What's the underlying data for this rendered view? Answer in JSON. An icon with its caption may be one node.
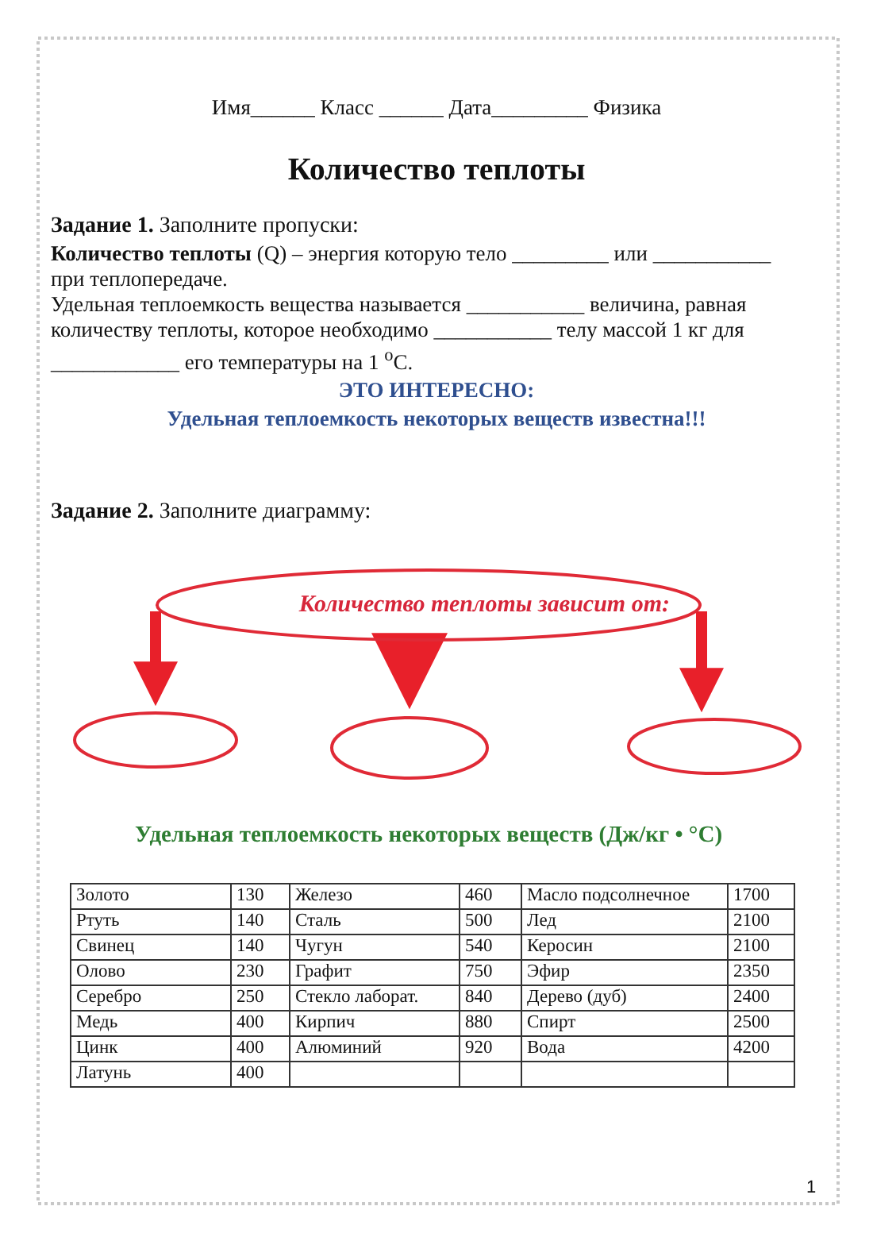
{
  "diagram": {
    "title": "Количество теплоты",
    "nodes": [
      {
        "text": [
          "Количество теплоты зависит от:"
        ]
      },
      {
        "text": [],
        "shape": "ellipse"
      },
      {
        "text": [],
        "shape": "ellipse"
      },
      {
        "text": [],
        "shape": "ellipse"
      }
    ],
    "edges": [
      {
        "from": 0,
        "to": 1,
        "arrow": "to"
      },
      {
        "from": 0,
        "to": 2,
        "arrow": "to"
      },
      {
        "from": 0,
        "to": 3,
        "arrow": "to"
      }
    ],
    "labels": [
      "Имя______ Класс ______ Дата_________ Физика",
      "**Задание 1.** Заполните пропуски:",
      "**Количество теплоты** (Q) – энергия которую тело _________ или ___________ при теплопередаче.",
      "Удельная теплоемкость вещества называется ___________ величина, равная количеству теплоты, которое необходимо ___________ телу массой 1 кг для ____________ его температуры на 1 $^{о}$С.",
      "ЭТО ИНТЕРЕСНО:",
      "Удельная теплоемкость некоторых веществ известна!!!",
      "**Задание 2.** Заполните диаграмму:",
      "Удельная теплоемкость некоторых веществ (Дж/кг • °С)",
      "Золото",
      "130",
      "Железо",
      "460",
      "Масло подсолнечное",
      "1700",
      "Ртуть",
      "140",
      "Сталь",
      "500",
      "Лед",
      "2100",
      "Свинец",
      "140",
      "Чугун",
      "540",
      "Керосин",
      "2100",
      "Олово",
      "230",
      "Графит",
      "750",
      "Эфир",
      "2350",
      "Серебро",
      "250",
      "Стекло лаборат.",
      "840",
      "Дерево (дуб)",
      "2400",
      "Медь",
      "400",
      "Кирпич",
      "880",
      "Спирт",
      "2500",
      "Цинк",
      "400",
      "Алюминий",
      "920",
      "Вода",
      "4200",
      "Латунь",
      "400",
      "1"
    ]
  }
}
